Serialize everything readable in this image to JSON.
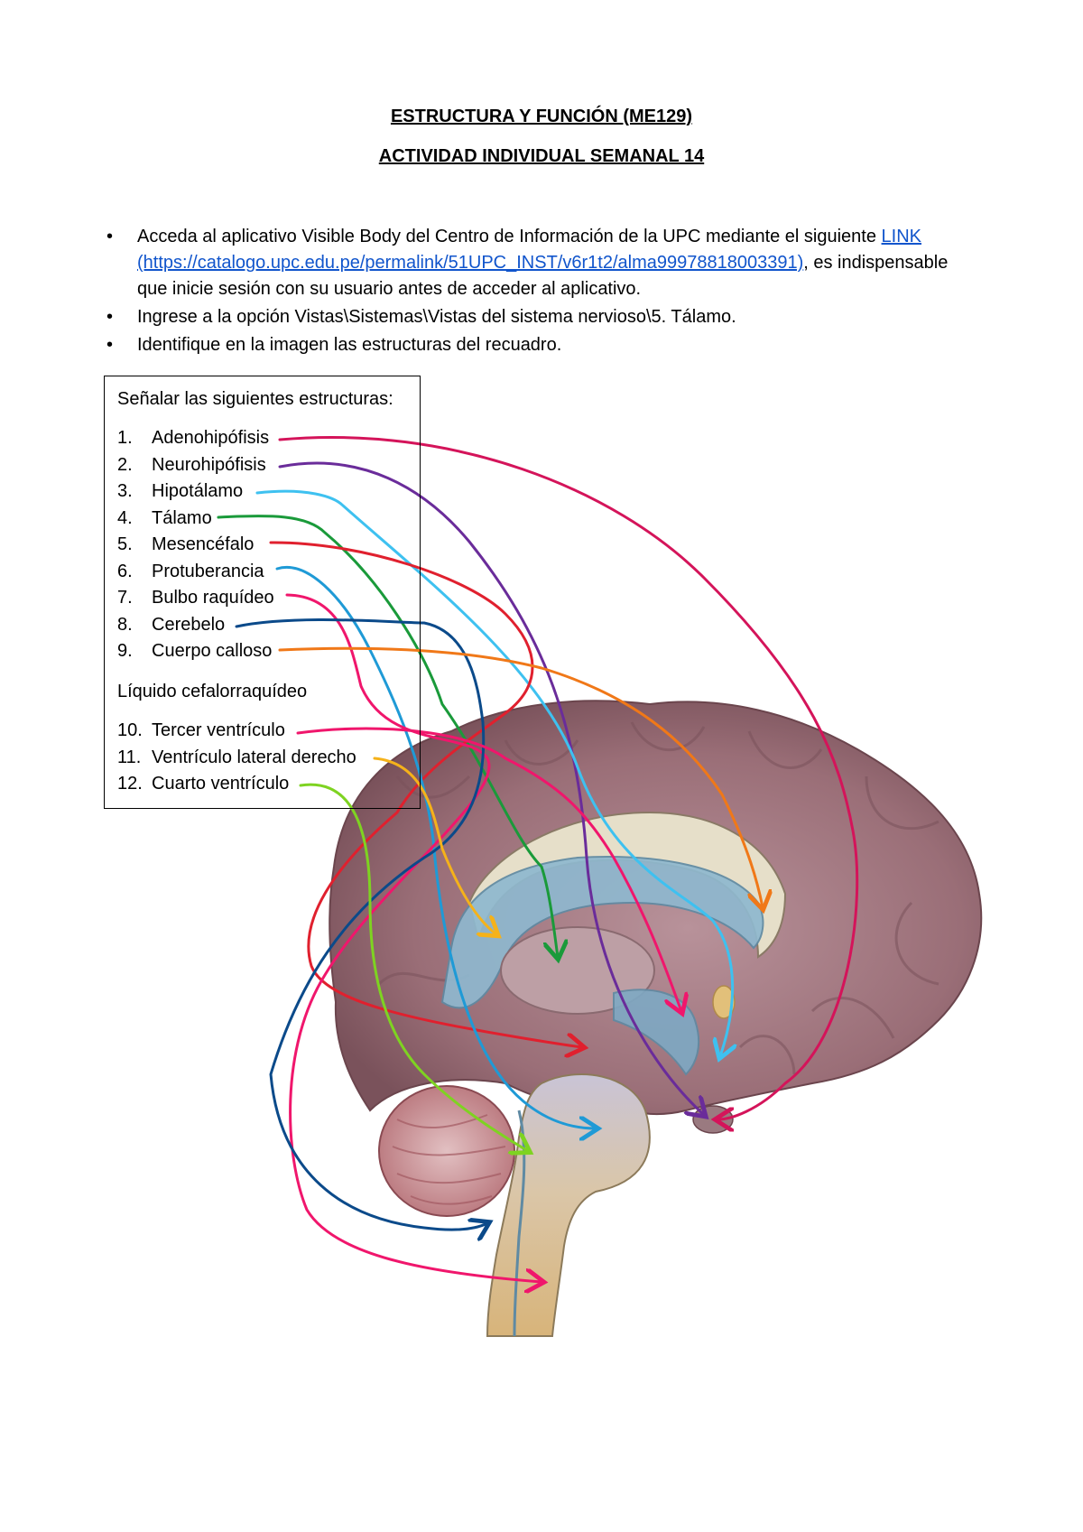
{
  "header": {
    "title": "ESTRUCTURA Y FUNCIÓN (ME129)",
    "subtitle": "ACTIVIDAD INDIVIDUAL SEMANAL 14"
  },
  "instructions": {
    "item1_a": "Acceda al aplicativo Visible Body del Centro de Información de la UPC mediante el siguiente ",
    "item1_link": "LINK",
    "item1_url": "(https://catalogo.upc.edu.pe/permalink/51UPC_INST/v6r1t2/alma99978818003391)",
    "item1_b": ", es indispensable que inicie sesión con su usuario antes de acceder al aplicativo.",
    "item2": "Ingrese a la opción Vistas\\Sistemas\\Vistas del sistema nervioso\\5. Tálamo.",
    "item3": "Identifique en la imagen las estructuras del recuadro."
  },
  "box": {
    "title": "Señalar las siguientes estructuras:",
    "structures": [
      {
        "num": "1.",
        "label": "Adenohipófisis",
        "color": "#d4145a"
      },
      {
        "num": "2.",
        "label": "Neurohipófisis",
        "color": "#6a2c9a"
      },
      {
        "num": "3.",
        "label": "Hipotálamo",
        "color": "#3ec1f0"
      },
      {
        "num": "4.",
        "label": "Tálamo",
        "color": "#1a9a3a"
      },
      {
        "num": "5.",
        "label": "Mesencéfalo",
        "color": "#e0202e"
      },
      {
        "num": "6.",
        "label": "Protuberancia",
        "color": "#1f9ad6"
      },
      {
        "num": "7.",
        "label": "Bulbo raquídeo",
        "color": "#f0166c"
      },
      {
        "num": "8.",
        "label": "Cerebelo",
        "color": "#0b4a8a"
      },
      {
        "num": "9.",
        "label": "Cuerpo calloso",
        "color": "#f07818"
      }
    ],
    "subhead": "Líquido cefalorraquídeo",
    "fluids": [
      {
        "num": "10.",
        "label": "Tercer ventrículo",
        "color": "#f0166c"
      },
      {
        "num": "11.",
        "label": "Ventrículo lateral derecho",
        "color": "#f5b21a"
      },
      {
        "num": "12.",
        "label": "Cuarto ventrículo",
        "color": "#7ed321"
      }
    ]
  },
  "colors": {
    "brain": "#9a6e77",
    "ventricle": "#8fb8cf",
    "thalamus": "#b89aa0",
    "brainstem": "#d6b98a",
    "cerebellum": "#c98d92"
  }
}
